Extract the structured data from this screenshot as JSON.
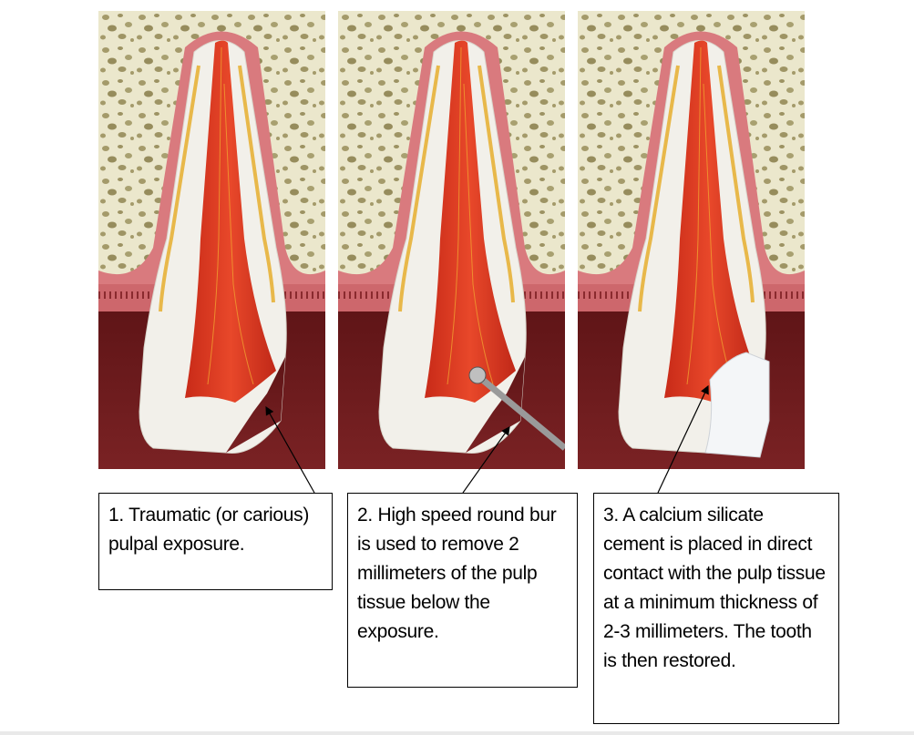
{
  "panels": [
    {
      "step": 1,
      "label": "Traumatic (or carious) pulpal exposure",
      "illustration": "tooth-fracture"
    },
    {
      "step": 2,
      "label": "High speed round bur",
      "illustration": "tooth-with-bur"
    },
    {
      "step": 3,
      "label": "Calcium silicate cement",
      "illustration": "tooth-with-cement"
    }
  ],
  "captions": {
    "step1": "1. Traumatic (or carious) pulpal exposure.",
    "step2": "2. High speed round bur is used to remove 2 millimeters of the pulp tissue below the exposure.",
    "step3": "3. A calcium silicate cement is placed in direct contact with the pulp tissue at a minimum thickness of 2-3 millimeters. The tooth is then restored."
  },
  "colors": {
    "bone": "#e8e4c8",
    "gingiva": "#6e1a1c",
    "gum": "#d9787c",
    "pulp": "#d83a22",
    "dentin": "#f2efe6",
    "cement": "#f4f6f8"
  }
}
